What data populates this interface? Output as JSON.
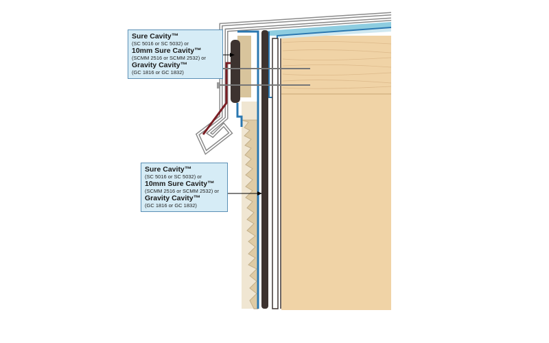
{
  "callouts": [
    {
      "lines": [
        {
          "text": "Sure Cavity™",
          "style": "bold"
        },
        {
          "text": "(SC 5016 or SC 5032) or",
          "style": "small"
        },
        {
          "text": "10mm Sure Cavity™",
          "style": "bold"
        },
        {
          "text": "(SCMM 2516 or SCMM 2532) or",
          "style": "small"
        },
        {
          "text": "Gravity Cavity™",
          "style": "bold"
        },
        {
          "text": "(GC 1816 or GC 1832)",
          "style": "small"
        }
      ]
    },
    {
      "lines": [
        {
          "text": "Sure Cavity™",
          "style": "bold"
        },
        {
          "text": "(SC 5016 or SC 5032) or",
          "style": "small"
        },
        {
          "text": "10mm Sure Cavity™",
          "style": "bold"
        },
        {
          "text": "(SCMM 2516 or SCMM 2532) or",
          "style": "small"
        },
        {
          "text": "Gravity Cavity™",
          "style": "bold"
        },
        {
          "text": "(GC 1816 or GC 1832)",
          "style": "small"
        }
      ]
    }
  ],
  "colors": {
    "timber": "#f0d3a6",
    "timber_grain": "#d9b484",
    "membrane": "#2a77b0",
    "sarking_blue": "#8ecde0",
    "cavity_dark": "#3d3330",
    "flashing_red": "#7a1e24",
    "metal_flashing": "#8a8a8a",
    "cladding": "#d8c49c",
    "callout_fill": "#d6ecf6",
    "callout_border": "#5a8fb5"
  }
}
